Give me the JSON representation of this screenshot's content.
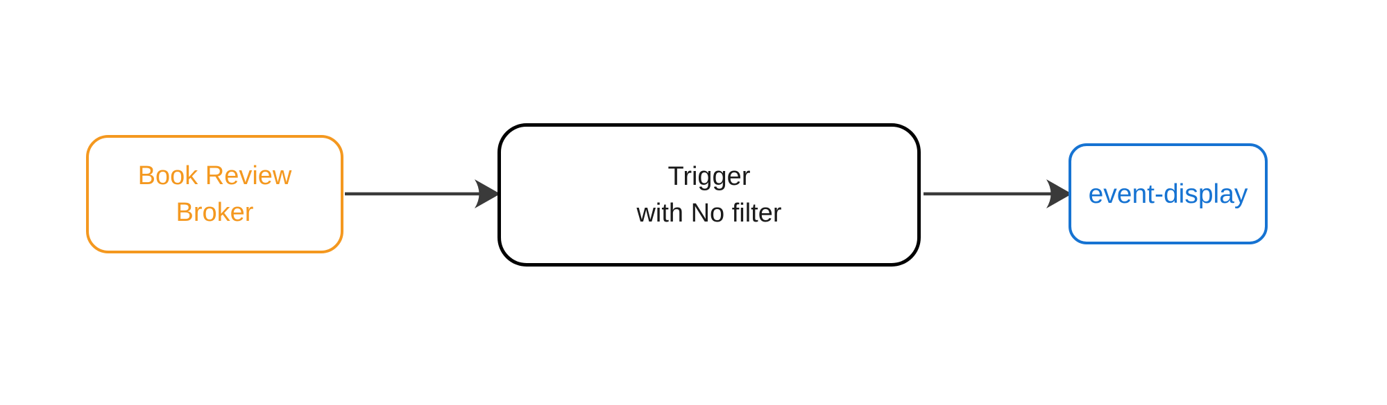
{
  "diagram": {
    "type": "flowchart",
    "direction": "left-to-right",
    "background_color": "#ffffff",
    "edge_color": "#3a3a3a",
    "nodes": [
      {
        "id": "book-review-broker",
        "line1": "Book Review",
        "line2": "Broker",
        "accent_color": "#f4981f",
        "shape": "rounded-rectangle"
      },
      {
        "id": "trigger",
        "line1": "Trigger",
        "line2": "with No filter",
        "accent_color": "#000000",
        "shape": "rounded-rectangle"
      },
      {
        "id": "event-display",
        "line1": "event-display",
        "accent_color": "#1673d2",
        "shape": "rounded-rectangle"
      }
    ],
    "edges": [
      {
        "from": "book-review-broker",
        "to": "trigger",
        "style": "solid-arrow"
      },
      {
        "from": "trigger",
        "to": "event-display",
        "style": "solid-arrow"
      }
    ]
  }
}
